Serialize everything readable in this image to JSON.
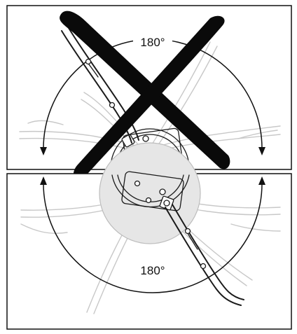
{
  "figure": {
    "top_panel": {
      "angle_label": "180°",
      "status": "incorrect"
    },
    "bottom_panel": {
      "angle_label": "180°",
      "status": "correct"
    },
    "prohibited_mark": "x-cross-icon"
  }
}
